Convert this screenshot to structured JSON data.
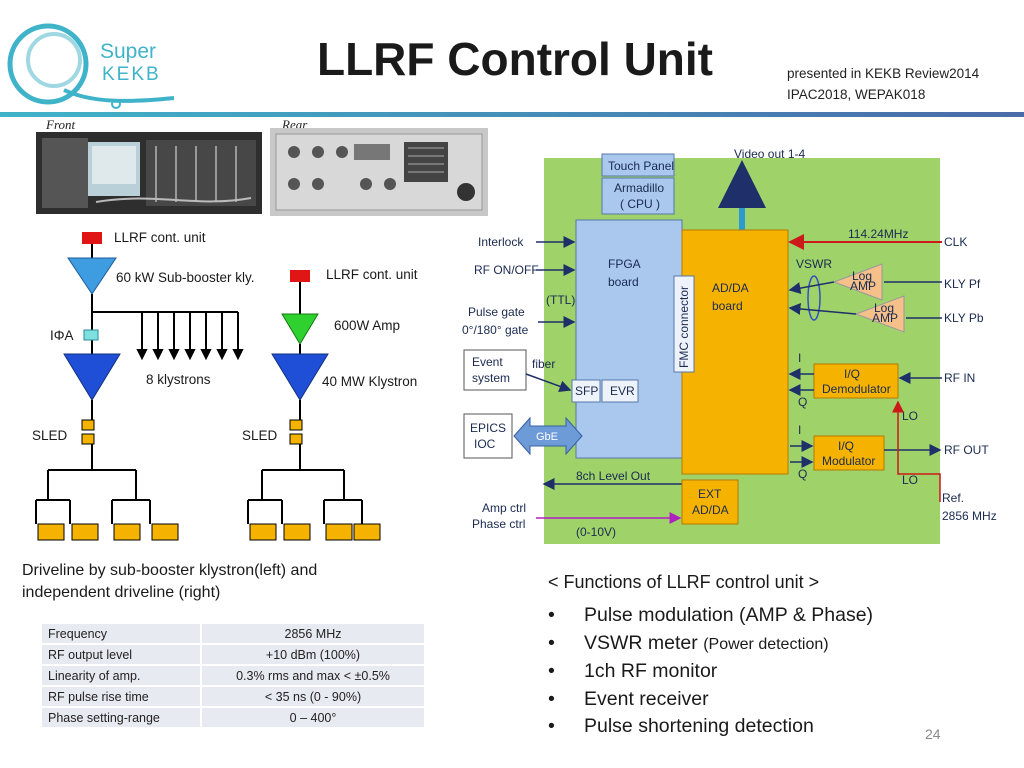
{
  "header": {
    "logo_text_line1": "Super",
    "logo_text_line2": "KEKB",
    "title": "LLRF Control Unit",
    "presented_line1": "presented in KEKB Review2014",
    "presented_line2": "IPAC2018, WEPAK018"
  },
  "photos": {
    "front_label": "Front",
    "rear_label": "Rear"
  },
  "driveline": {
    "left_unit": "LLRF cont. unit",
    "sub_booster": "60 kW Sub-booster kly.",
    "iphia": "IΦA",
    "klystrons": "8 klystrons",
    "sled_left": "SLED",
    "right_unit": "LLRF cont. unit",
    "amp": "600W Amp",
    "klystron": "40 MW Klystron",
    "sled_right": "SLED",
    "caption_line1": "Driveline by sub-booster klystron(left) and",
    "caption_line2": "independent driveline (right)"
  },
  "spec_table": [
    {
      "param": "Frequency",
      "value": "2856 MHz"
    },
    {
      "param": "RF output level",
      "value": "+10 dBm (100%)"
    },
    {
      "param": "Linearity of amp.",
      "value": "0.3% rms and max < ±0.5%"
    },
    {
      "param": "RF pulse rise time",
      "value": "< 35 ns (0 - 90%)"
    },
    {
      "param": "Phase setting-range",
      "value": "0 – 400°"
    }
  ],
  "block_diagram": {
    "touch_panel": "Touch Panel",
    "armadillo_1": "Armadillo",
    "armadillo_2": "( CPU )",
    "video_out": "Video out 1-4",
    "interlock": "Interlock",
    "rf_onoff": "RF ON/OFF",
    "ttl": "(TTL)",
    "pulse_gate_1": "Pulse gate",
    "pulse_gate_2": "0°/180° gate",
    "event_1": "Event",
    "event_2": "system",
    "fiber": "fiber",
    "epics_1": "EPICS",
    "epics_2": "IOC",
    "gbe": "GbE",
    "fpga_1": "FPGA",
    "fpga_2": "board",
    "fmc": "FMC connector",
    "sfp": "SFP",
    "evr": "EVR",
    "adda_1": "AD/DA",
    "adda_2": "board",
    "clk_freq": "114.24MHz",
    "clk": "CLK",
    "vswr": "VSWR",
    "log_amp": "Log",
    "log_amp2": "AMP",
    "kly_pf": "KLY Pf",
    "kly_pb": "KLY Pb",
    "i_label": "I",
    "q_label": "Q",
    "iq_demod_1": "I/Q",
    "iq_demod_2": "Demodulator",
    "rf_in": "RF IN",
    "lo": "LO",
    "iq_mod_1": "I/Q",
    "iq_mod_2": "Modulator",
    "rf_out": "RF OUT",
    "level_out": "8ch Level Out",
    "ext_1": "EXT",
    "ext_2": "AD/DA",
    "ref_1": "Ref.",
    "ref_2": "2856 MHz",
    "amp_ctrl": "Amp ctrl",
    "phase_ctrl": "Phase ctrl",
    "v_range": "(0-10V)"
  },
  "functions": {
    "title": "< Functions of LLRF control unit >",
    "items": [
      {
        "main": "Pulse modulation (AMP & Phase)",
        "sub": ""
      },
      {
        "main": "VSWR meter ",
        "sub": "(Power detection)"
      },
      {
        "main": "1ch RF monitor",
        "sub": ""
      },
      {
        "main": "Event receiver",
        "sub": ""
      },
      {
        "main": "Pulse shortening detection",
        "sub": ""
      }
    ],
    "bullet": "•"
  },
  "page_number": "24",
  "colors": {
    "accent_teal": "#3fb3c9",
    "block_bg": "#9fd36a",
    "fpga": "#aac8ee",
    "adda": "#f5b300",
    "red": "#cc1a1a"
  }
}
